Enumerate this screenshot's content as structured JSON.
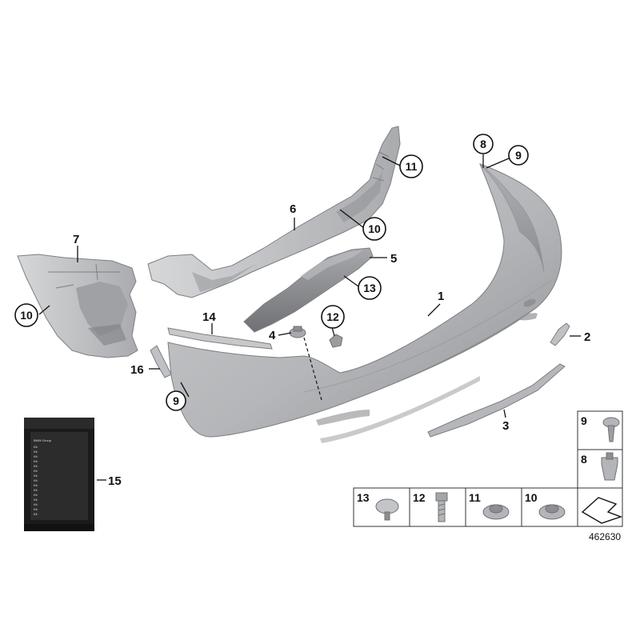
{
  "reference_number": "462630",
  "labels": {
    "p1": "1",
    "p2": "2",
    "p3": "3",
    "p4": "4",
    "p5": "5",
    "p6": "6",
    "p7": "7",
    "p8": "8",
    "p9a": "9",
    "p9b": "9",
    "p10a": "10",
    "p10b": "10",
    "p11": "11",
    "p12": "12",
    "p13": "13",
    "p14": "14",
    "p15": "15",
    "p16": "16"
  },
  "fastener_table": {
    "items": [
      "13",
      "12",
      "11",
      "10"
    ],
    "side": [
      "9",
      "8"
    ]
  },
  "kit": {
    "brand": "BMW Group",
    "lines": [
      "Kit",
      "Kit",
      "Kit",
      "Kit",
      "Kit",
      "Kit",
      "Kit",
      "Kit",
      "Kit",
      "Kit",
      "Kit",
      "Kit",
      "Kit",
      "Kit",
      "Kit"
    ]
  }
}
